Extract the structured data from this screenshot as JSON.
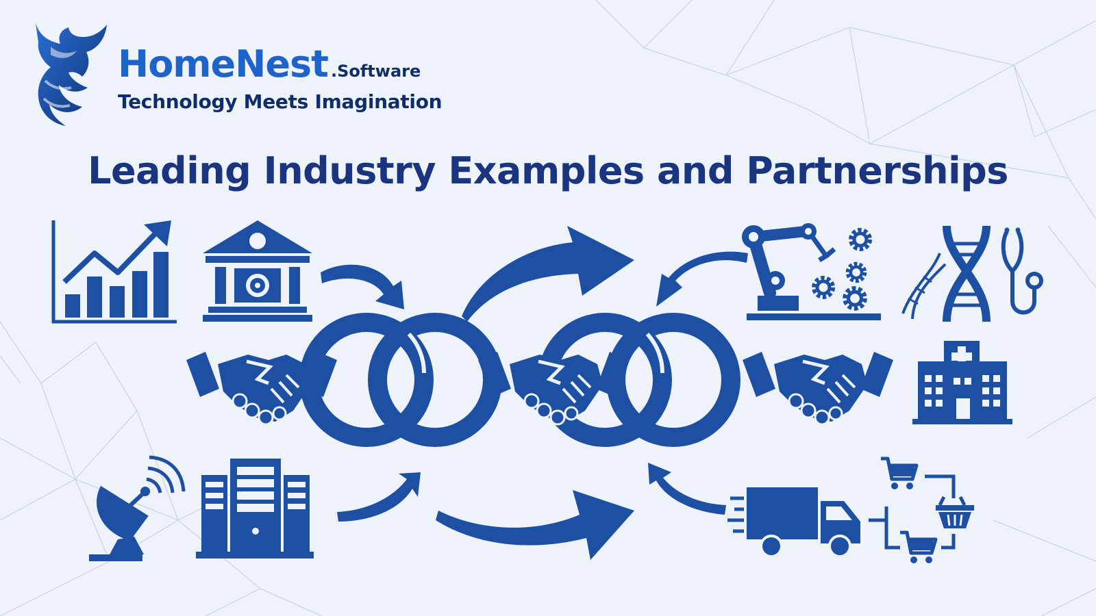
{
  "brand": {
    "name": "HomeNest",
    "suffix": ".Software",
    "tagline": "Technology Meets Imagination"
  },
  "heading": "Leading Industry Examples and Partnerships",
  "colors": {
    "primary": "#1d4fa3",
    "brand_blue": "#1d63c9",
    "text_dark": "#0f2d6b",
    "heading": "#1a3480",
    "background": "#eef3f9"
  },
  "icons": [
    "growth-chart-icon",
    "bank-icon",
    "robotic-arm-icon",
    "gears-icon",
    "dna-icon",
    "stethoscope-icon",
    "hospital-icon",
    "satellite-dish-icon",
    "server-rack-icon",
    "delivery-truck-icon",
    "shopping-cart-icon",
    "shopping-basket-icon",
    "handshake-icon",
    "interlinked-rings-icon",
    "arrow-icon"
  ]
}
